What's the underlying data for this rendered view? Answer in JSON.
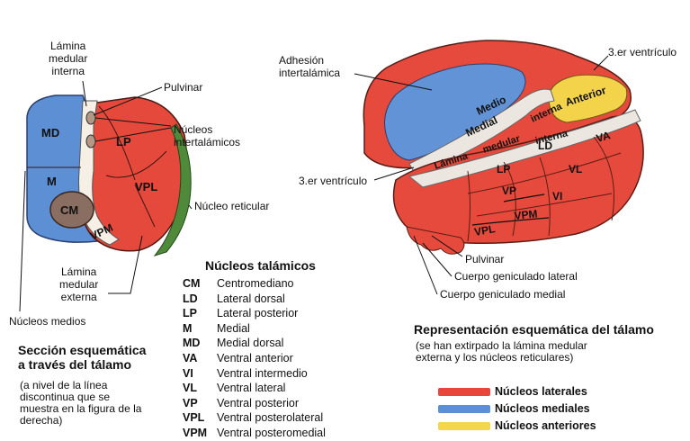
{
  "left_section": {
    "labels": {
      "lamina_interna": [
        "Lámina",
        "medular",
        "interna"
      ],
      "pulvinar": "Pulvinar",
      "nucleos_intertalamicos": [
        "Núcleos",
        "intertalámicos"
      ],
      "nucleo_reticular": "Núcleo reticular",
      "lamina_externa": [
        "Lámina",
        "medular",
        "externa"
      ],
      "nucleos_medios": "Núcleos medios"
    },
    "nuclei": {
      "md": "MD",
      "m": "M",
      "cm": "CM",
      "lp": "LP",
      "vpl": "VPL",
      "vpm": "VPM"
    },
    "title": [
      "Sección esquemática",
      "a través del tálamo"
    ],
    "note": [
      "(a nivel de la línea",
      "discontinua que se",
      "muestra en la figura de la",
      "derecha)"
    ]
  },
  "abbreviations": {
    "title": "Núcleos talámicos",
    "items": [
      {
        "abbr": "CM",
        "name": "Centromediano"
      },
      {
        "abbr": "LD",
        "name": "Lateral dorsal"
      },
      {
        "abbr": "LP",
        "name": "Lateral posterior"
      },
      {
        "abbr": "M",
        "name": "Medial"
      },
      {
        "abbr": "MD",
        "name": "Medial dorsal"
      },
      {
        "abbr": "VA",
        "name": "Ventral anterior"
      },
      {
        "abbr": "VI",
        "name": "Ventral intermedio"
      },
      {
        "abbr": "VL",
        "name": "Ventral lateral"
      },
      {
        "abbr": "VP",
        "name": "Ventral posterior"
      },
      {
        "abbr": "VPL",
        "name": "Ventral posterolateral"
      },
      {
        "abbr": "VPM",
        "name": "Ventral posteromedial"
      }
    ]
  },
  "right_figure": {
    "labels": {
      "adhesion": [
        "Adhesión",
        "intertalámica"
      ],
      "ventriculo_top": "3.er ventrículo",
      "ventriculo_left": "3.er ventrículo",
      "pulvinar": "Pulvinar",
      "cgl": "Cuerpo geniculado lateral",
      "cgm": "Cuerpo geniculado medial"
    },
    "nuclei": {
      "medio": "Medio",
      "medial": "Medial",
      "anterior": "Anterior",
      "interna_1": "interna",
      "interna_2": "interna",
      "lamina": "Lámina",
      "medular": "medular",
      "lp": "LP",
      "ld": "LD",
      "va": "VA",
      "vl": "VL",
      "vp": "VP",
      "vi": "VI",
      "vpl": "VPL",
      "vpm": "VPM"
    },
    "title": "Representación esquemática del tálamo",
    "note": [
      "(se han extirpado la lámina medular",
      "externa y los núcleos reticulares)"
    ]
  },
  "legend": {
    "items": [
      {
        "label": "Núcleos laterales",
        "color": "#e8463a"
      },
      {
        "label": "Núcleos mediales",
        "color": "#5b8fd6"
      },
      {
        "label": "Núcleos anteriores",
        "color": "#f3d64a"
      }
    ]
  }
}
